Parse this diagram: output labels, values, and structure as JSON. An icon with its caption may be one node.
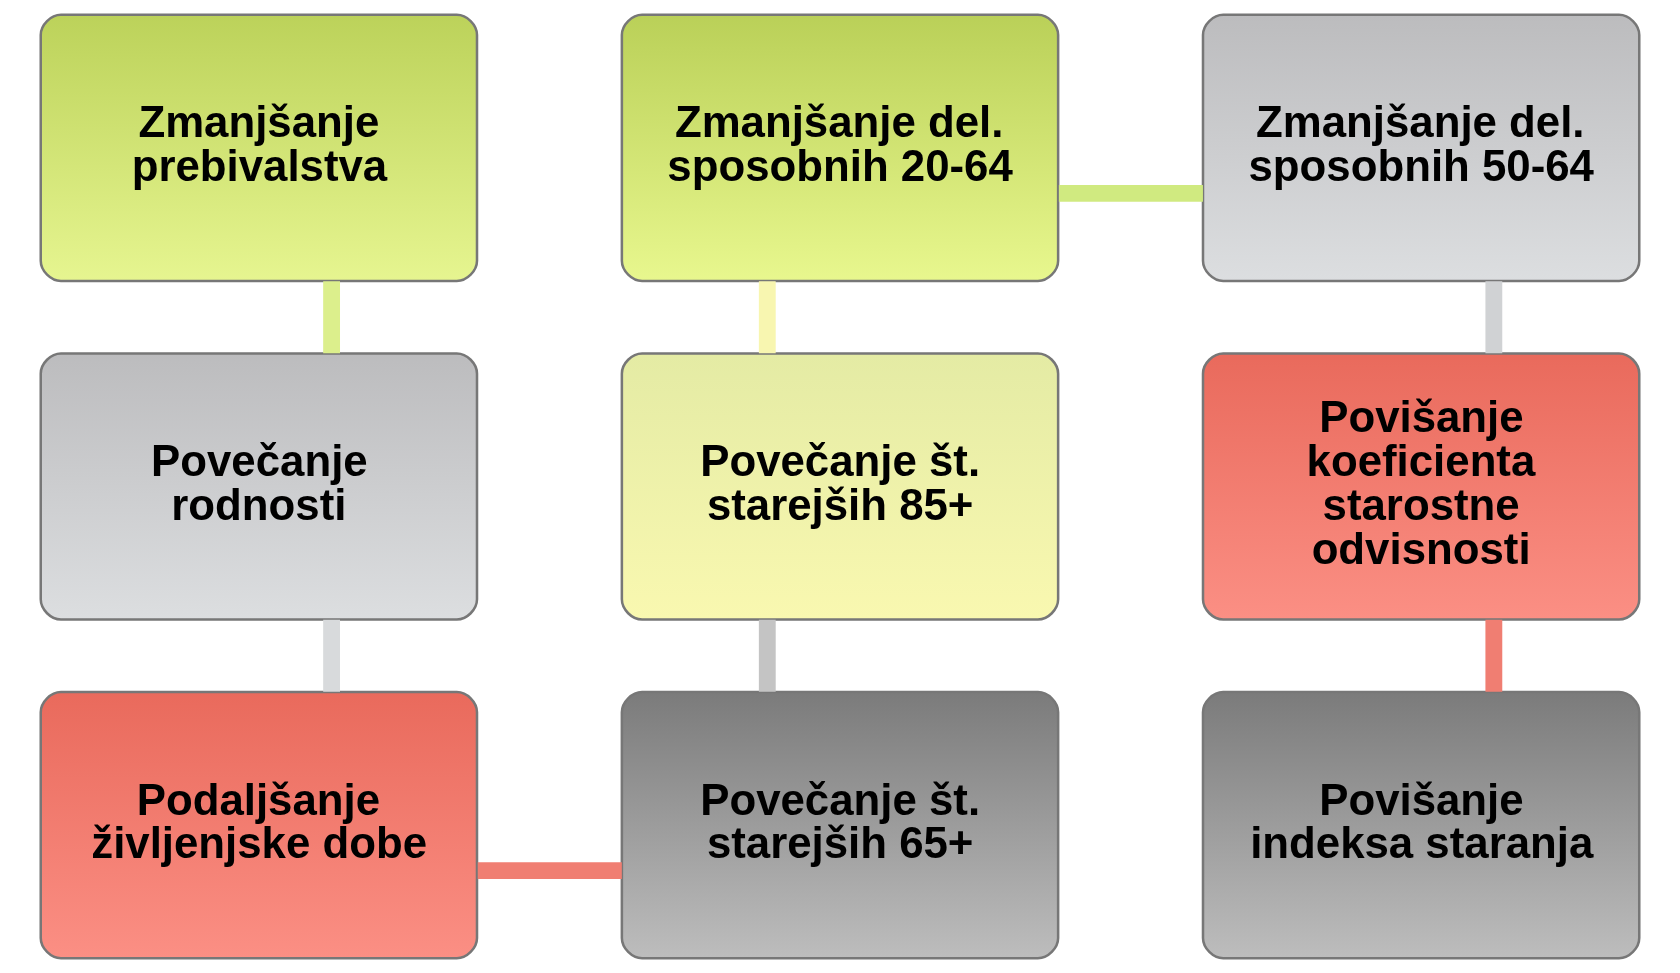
{
  "diagram": {
    "nodes": [
      {
        "text": [
          "Zmanjšanje prebivalstva"
        ]
      },
      {
        "text": [
          "Povečanje rodnosti"
        ]
      },
      {
        "text": [
          "Podaljšanje življenjske dobe"
        ]
      },
      {
        "text": [
          "Povečanje št. starejših 65+"
        ]
      },
      {
        "text": [
          "Povečanje št. starejših 85+"
        ]
      },
      {
        "text": [
          "Zmanjšanje del. sposobnih 20-64"
        ]
      },
      {
        "text": [
          "Zmanjšanje del. sposobnih 50-64"
        ]
      },
      {
        "text": [
          "Povišanje koeficienta starostne odvisnosti"
        ]
      },
      {
        "text": [
          "Povišanje indeksa staranja"
        ]
      }
    ],
    "edges": [
      {
        "from": 0,
        "to": 1,
        "arrow": "none",
        "color": "#dcef8c"
      },
      {
        "from": 1,
        "to": 2,
        "arrow": "none",
        "color": "#d8dadc"
      },
      {
        "from": 2,
        "to": 3,
        "arrow": "none",
        "color": "#f07e72"
      },
      {
        "from": 3,
        "to": 4,
        "arrow": "none",
        "color": "#c4c4c4"
      },
      {
        "from": 4,
        "to": 5,
        "arrow": "none",
        "color": "#f8f6b0"
      },
      {
        "from": 5,
        "to": 6,
        "arrow": "none",
        "color": "#d0ea80"
      },
      {
        "from": 6,
        "to": 7,
        "arrow": "none",
        "color": "#d0d2d4"
      },
      {
        "from": 7,
        "to": 8,
        "arrow": "none",
        "color": "#f07e72"
      }
    ]
  }
}
